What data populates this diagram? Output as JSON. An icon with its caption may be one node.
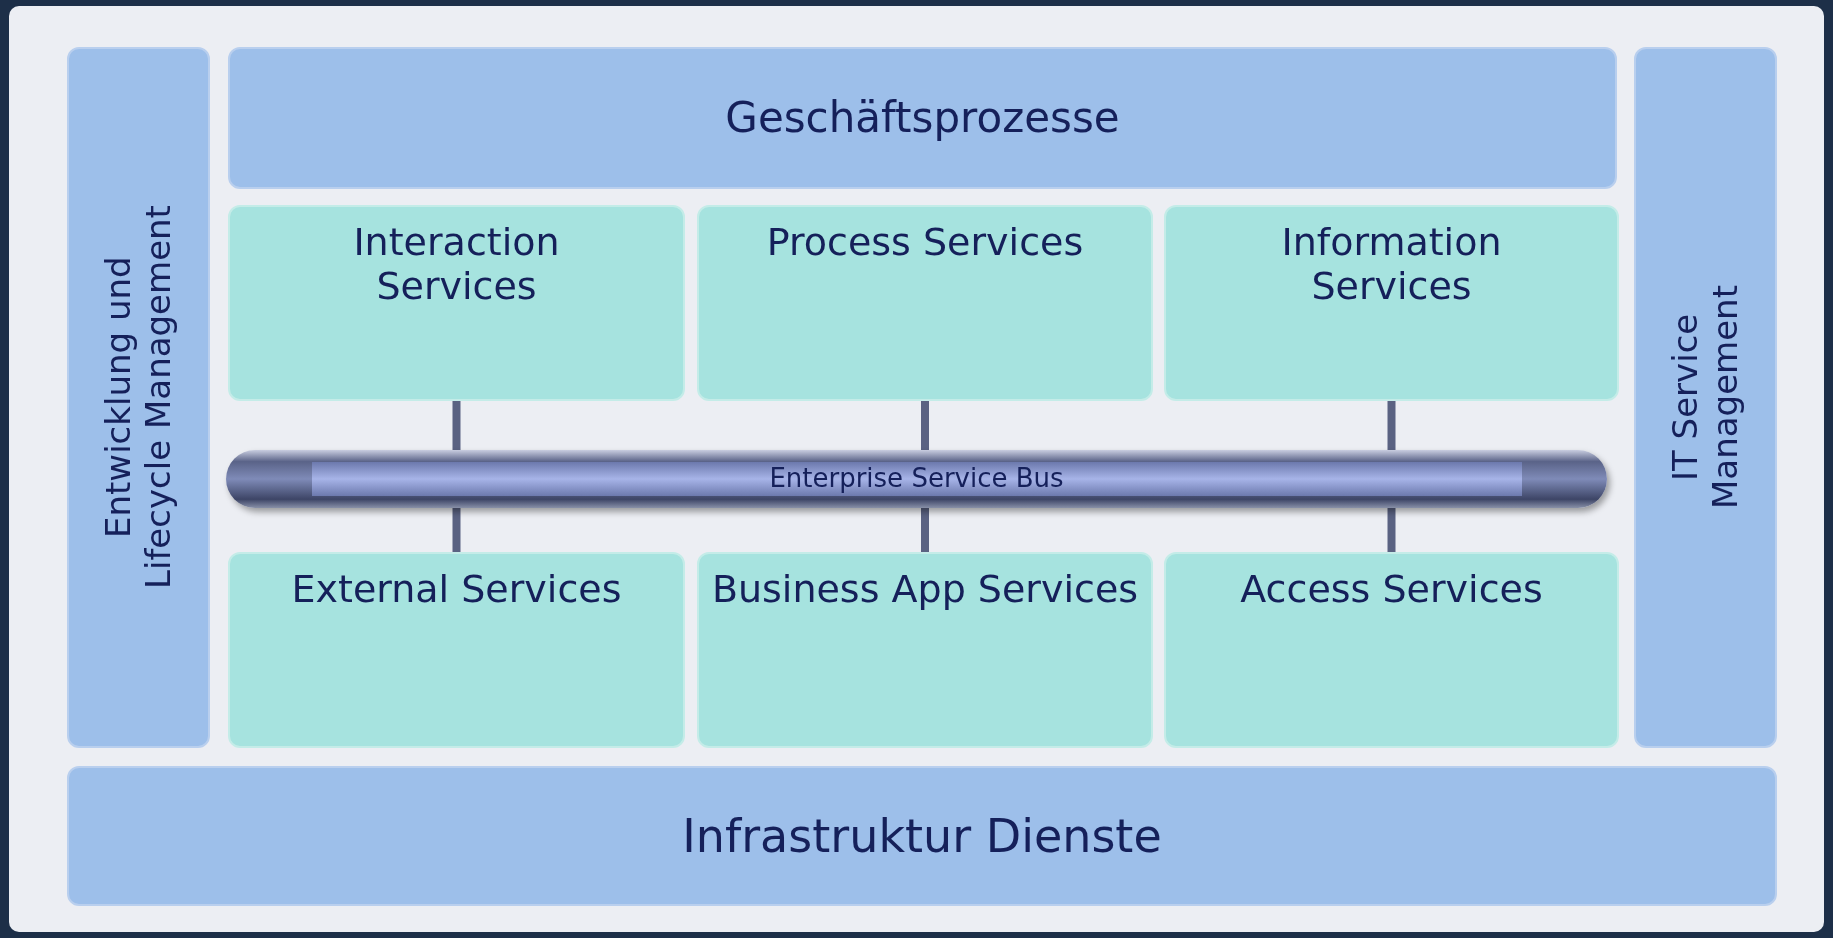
{
  "diagram": {
    "nodes": [
      {
        "text": [
          "Entwicklung und Lifecycle Management"
        ]
      },
      {
        "text": [
          "Geschäftsprozesse"
        ]
      },
      {
        "text": [
          "IT Service Management"
        ]
      },
      {
        "text": [
          "Interaction Services"
        ]
      },
      {
        "text": [
          "Process Services"
        ]
      },
      {
        "text": [
          "Information Services"
        ]
      },
      {
        "text": [
          "Enterprise Service Bus"
        ]
      },
      {
        "text": [
          "External Services"
        ]
      },
      {
        "text": [
          "Business App Services"
        ]
      },
      {
        "text": [
          "Access Services"
        ]
      },
      {
        "text": [
          "Infrastruktur Dienste"
        ]
      }
    ],
    "edges": [
      {
        "from": 3,
        "to": 6,
        "arrow": "none"
      },
      {
        "from": 4,
        "to": 6,
        "arrow": "none"
      },
      {
        "from": 5,
        "to": 6,
        "arrow": "none"
      },
      {
        "from": 7,
        "to": 6,
        "arrow": "none"
      },
      {
        "from": 8,
        "to": 6,
        "arrow": "none"
      },
      {
        "from": 9,
        "to": 6,
        "arrow": "none"
      }
    ]
  }
}
